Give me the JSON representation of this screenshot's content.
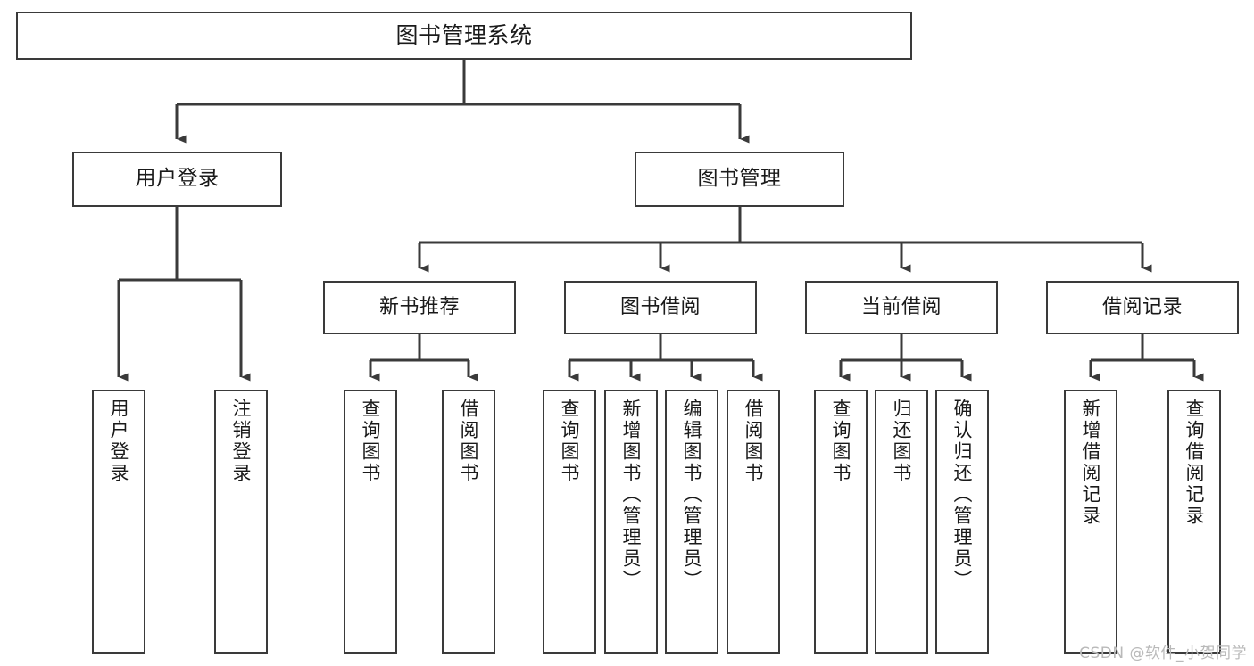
{
  "diagram": {
    "type": "tree-hierarchy-chart",
    "title": "图书管理系统",
    "watermark": "CSDN @软件_小贺同学",
    "line_color": "#3a3a3a",
    "box_fill": "#ffffff",
    "text_color": "#1a1a1a",
    "watermark_color": "#b9b9b9"
  },
  "nodes": {
    "root": {
      "label": "图书管理系统"
    },
    "level2": [
      {
        "label": "用户登录"
      },
      {
        "label": "图书管理"
      }
    ],
    "level3": [
      {
        "label": "新书推荐"
      },
      {
        "label": "图书借阅"
      },
      {
        "label": "当前借阅"
      },
      {
        "label": "借阅记录"
      }
    ],
    "leaves": {
      "user_login": [
        {
          "label": "用户登录"
        },
        {
          "label": "注销登录"
        }
      ],
      "new_book_recommend": [
        {
          "label": "查询图书"
        },
        {
          "label": "借阅图书"
        }
      ],
      "book_borrow": [
        {
          "label": "查询图书"
        },
        {
          "label": "新增图书（管理员）"
        },
        {
          "label": "编辑图书（管理员）"
        },
        {
          "label": "借阅图书"
        }
      ],
      "current_borrow": [
        {
          "label": "查询图书"
        },
        {
          "label": "归还图书"
        },
        {
          "label": "确认归还（管理员）"
        }
      ],
      "borrow_record": [
        {
          "label": "新增借阅记录"
        },
        {
          "label": "查询借阅记录"
        }
      ]
    }
  }
}
